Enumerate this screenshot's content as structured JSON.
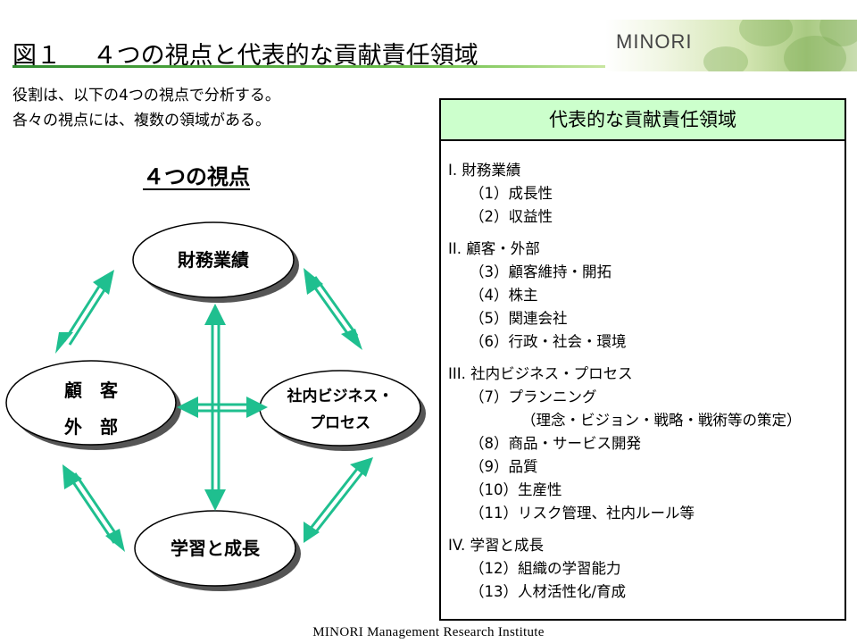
{
  "header": {
    "title": "図１　 ４つの視点と代表的な貢献責任領域",
    "logo_text": "MINORI",
    "colors": {
      "rule": "#2f8a2f",
      "panel_header_bg": "#ccffcc",
      "arrow": "#1fbf8f"
    }
  },
  "intro": {
    "line1": "役割は、以下の4つの視点で分析する。",
    "line2": "各々の視点には、複数の領域がある。"
  },
  "viewpoints": {
    "title": "４つの視点",
    "nodes": {
      "financial": "財務業績",
      "customer_line1": "顧　客",
      "customer_line2": "外　部",
      "internal_line1": "社内ビジネス・",
      "internal_line2": "プロセス",
      "learning": "学習と成長"
    }
  },
  "panel": {
    "title": "代表的な貢献責任領域",
    "sections": [
      {
        "title": "I. 財務業績",
        "items": [
          "（1）成長性",
          "（2）収益性"
        ]
      },
      {
        "title": "II. 顧客・外部",
        "items": [
          "（3）顧客維持・開拓",
          "（4）株主",
          "（5）関連会社",
          "（6）行政・社会・環境"
        ]
      },
      {
        "title": "III. 社内ビジネス・プロセス",
        "items": [
          "（7）プランニング",
          "（理念・ビジョン・戦略・戦術等の策定）",
          "（8）商品・サービス開発",
          "（9）品質",
          "（10）生産性",
          "（11）リスク管理、社内ルール等"
        ]
      },
      {
        "title": "IV. 学習と成長",
        "items": [
          "（12）組織の学習能力",
          "（13）人材活性化/育成"
        ]
      }
    ]
  },
  "footer": {
    "text": "MINORI  Management Research Institute"
  }
}
